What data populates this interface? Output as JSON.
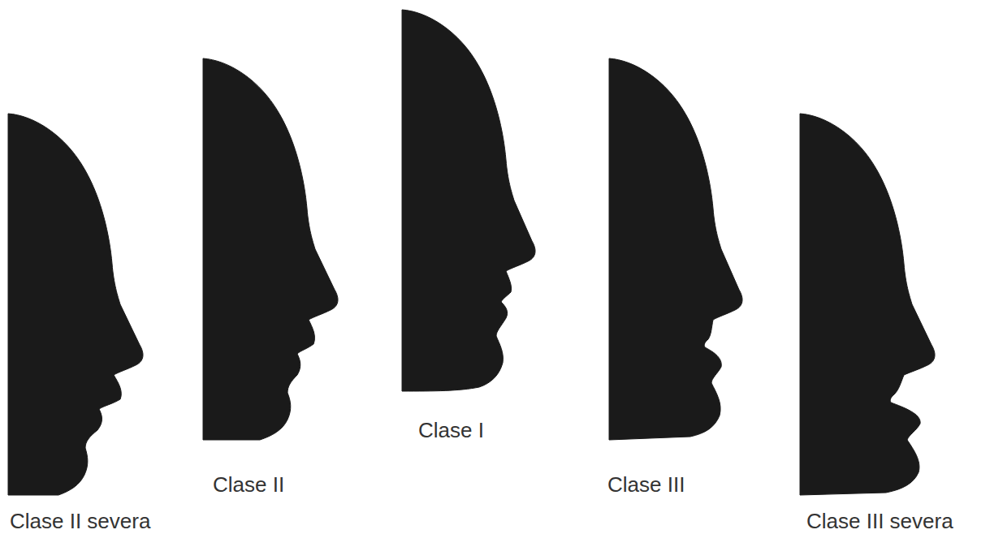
{
  "diagram": {
    "labels": [
      "Clase II severa",
      "Clase II",
      "Clase I",
      "Clase III",
      "Clase III severa"
    ]
  }
}
